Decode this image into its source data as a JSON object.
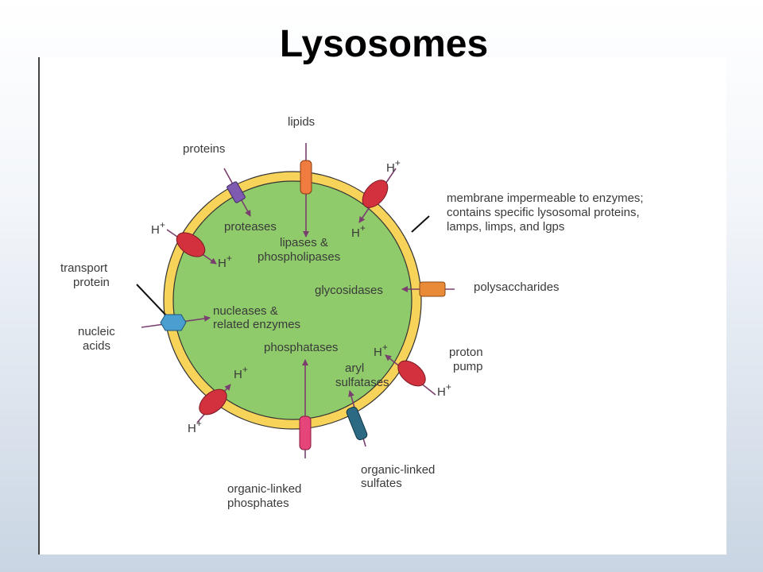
{
  "title": "Lysosomes",
  "labels": {
    "lipids": "lipids",
    "proteins": "proteins",
    "proteases": "proteases",
    "lipases_1": "lipases &",
    "lipases_2": "phospholipases",
    "membrane_1": "membrane impermeable to enzymes;",
    "membrane_2": "contains specific lysosomal proteins,",
    "membrane_3": "lamps, limps, and lgps",
    "transport_1": "transport",
    "transport_2": "protein",
    "nucleic_1": "nucleic",
    "nucleic_2": "acids",
    "nucleases_1": "nucleases &",
    "nucleases_2": "related enzymes",
    "glycosidases": "glycosidases",
    "polysaccharides": "polysaccharides",
    "phosphatases": "phosphatases",
    "aryl_1": "aryl",
    "aryl_2": "sulfatases",
    "proton_1": "proton",
    "proton_2": "pump",
    "org_sulf_1": "organic-linked",
    "org_sulf_2": "sulfates",
    "org_phos_1": "organic-linked",
    "org_phos_2": "phosphates",
    "h": "H",
    "plus": "+"
  },
  "colors": {
    "lumen": "#8fcb6b",
    "membrane": "#f7d35a",
    "proton_pump": "#d4313f",
    "lipid_channel": "#f07c3f",
    "protein_channel": "#7e5ab0",
    "glyco_channel": "#e88a38",
    "transport_protein": "#4a9fd0",
    "sulfate_channel": "#2b6a82",
    "phosphate_channel": "#e6457a",
    "arrow": "#7a3f6e"
  }
}
